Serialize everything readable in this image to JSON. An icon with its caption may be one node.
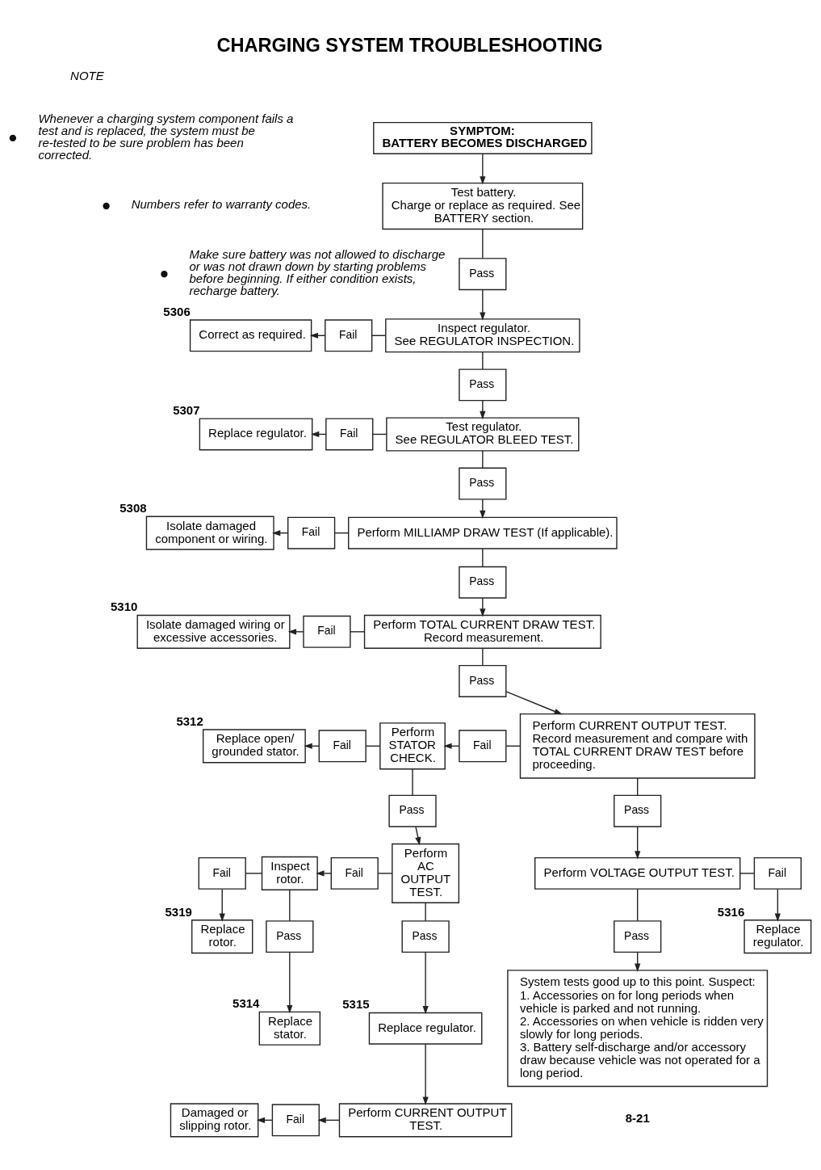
{
  "diagram": {
    "title": "CHARGING SYSTEM TROUBLESHOOTING",
    "nodes": [
      {
        "text": [
          "SYMPTOM:",
          "BATTERY BECOMES DISCHARGED"
        ]
      },
      {
        "text": [
          "Test battery.",
          "Charge or replace as required. See BATTERY section."
        ]
      },
      {
        "text": [
          "Pass"
        ]
      },
      {
        "text": [
          "Correct as required."
        ],
        "beside": [
          "5306"
        ]
      },
      {
        "text": [
          "Fail"
        ]
      },
      {
        "text": [
          "Inspect regulator.",
          "See REGULATOR INSPECTION."
        ]
      },
      {
        "text": [
          "Pass"
        ]
      },
      {
        "text": [
          "Replace regulator."
        ],
        "beside": [
          "5307"
        ]
      },
      {
        "text": [
          "Fail"
        ]
      },
      {
        "text": [
          "Test regulator.",
          "See REGULATOR BLEED TEST."
        ]
      },
      {
        "text": [
          "Pass"
        ]
      },
      {
        "text": [
          "Isolate damaged component or wiring."
        ],
        "beside": [
          "5308"
        ]
      },
      {
        "text": [
          "Fail"
        ]
      },
      {
        "text": [
          "Perform MILLIAMP DRAW TEST (If applicable)."
        ]
      },
      {
        "text": [
          "Pass"
        ]
      },
      {
        "text": [
          "Isolate damaged wiring or excessive accessories."
        ],
        "beside": [
          "5310"
        ]
      },
      {
        "text": [
          "Fail"
        ]
      },
      {
        "text": [
          "Perform TOTAL CURRENT DRAW TEST.",
          "Record measurement."
        ]
      },
      {
        "text": [
          "Pass"
        ]
      },
      {
        "text": [
          "Replace open/ grounded stator."
        ],
        "beside": [
          "5312"
        ]
      },
      {
        "text": [
          "Fail"
        ]
      },
      {
        "text": [
          "Perform STATOR CHECK."
        ]
      },
      {
        "text": [
          "Fail"
        ]
      },
      {
        "text": [
          "Perform CURRENT OUTPUT TEST.",
          "Record measurement and compare with TOTAL CURRENT DRAW TEST before proceeding."
        ]
      },
      {
        "text": [
          "Pass"
        ]
      },
      {
        "text": [
          "Pass"
        ]
      },
      {
        "text": [
          "Fail"
        ]
      },
      {
        "text": [
          "Inspect rotor."
        ]
      },
      {
        "text": [
          "Fail"
        ]
      },
      {
        "text": [
          "Perform AC OUTPUT TEST."
        ]
      },
      {
        "text": [
          "Perform VOLTAGE OUTPUT TEST."
        ]
      },
      {
        "text": [
          "Fail"
        ]
      },
      {
        "text": [
          "Replace rotor."
        ],
        "beside": [
          "5319"
        ]
      },
      {
        "text": [
          "Pass"
        ]
      },
      {
        "text": [
          "Replace regulator."
        ],
        "beside": [
          "5316"
        ]
      },
      {
        "text": [
          "Pass"
        ]
      },
      {
        "text": [
          "Pass"
        ]
      },
      {
        "text": [
          "Replace stator."
        ],
        "beside": [
          "5314"
        ]
      },
      {
        "text": [
          "Replace regulator."
        ],
        "beside": [
          "5315"
        ]
      },
      {
        "text": [
          "System tests good up to this point. Suspect:",
          "1. Accessories on for long periods when vehicle is parked and not running.",
          "2. Accessories on when vehicle is ridden very slowly for long periods.",
          "3. Battery self-discharge and/or accessory draw because vehicle was not operated for a long period."
        ]
      },
      {
        "text": [
          "Damaged or slipping rotor."
        ]
      },
      {
        "text": [
          "Fail"
        ]
      },
      {
        "text": [
          "Perform CURRENT OUTPUT TEST."
        ]
      }
    ],
    "edges": [
      {
        "from": 0,
        "to": 1,
        "arrow": "to"
      },
      {
        "from": 1,
        "to": 2,
        "arrow": "none"
      },
      {
        "from": 2,
        "to": 5,
        "arrow": "to"
      },
      {
        "from": 5,
        "to": 4,
        "arrow": "none"
      },
      {
        "from": 4,
        "to": 3,
        "arrow": "to"
      },
      {
        "from": 5,
        "to": 6,
        "arrow": "none"
      },
      {
        "from": 6,
        "to": 9,
        "arrow": "to"
      },
      {
        "from": 9,
        "to": 8,
        "arrow": "none"
      },
      {
        "from": 8,
        "to": 7,
        "arrow": "to"
      },
      {
        "from": 9,
        "to": 10,
        "arrow": "none"
      },
      {
        "from": 10,
        "to": 13,
        "arrow": "to"
      },
      {
        "from": 13,
        "to": 12,
        "arrow": "none"
      },
      {
        "from": 12,
        "to": 11,
        "arrow": "to"
      },
      {
        "from": 13,
        "to": 14,
        "arrow": "none"
      },
      {
        "from": 14,
        "to": 17,
        "arrow": "to"
      },
      {
        "from": 17,
        "to": 16,
        "arrow": "none"
      },
      {
        "from": 16,
        "to": 15,
        "arrow": "to"
      },
      {
        "from": 17,
        "to": 18,
        "arrow": "none"
      },
      {
        "from": 18,
        "to": 23,
        "arrow": "to"
      },
      {
        "from": 23,
        "to": 22,
        "arrow": "none"
      },
      {
        "from": 22,
        "to": 21,
        "arrow": "to"
      },
      {
        "from": 21,
        "to": 20,
        "arrow": "none"
      },
      {
        "from": 20,
        "to": 19,
        "arrow": "to"
      },
      {
        "from": 21,
        "to": 24,
        "arrow": "none"
      },
      {
        "from": 24,
        "to": 29,
        "arrow": "to"
      },
      {
        "from": 23,
        "to": 25,
        "arrow": "none"
      },
      {
        "from": 25,
        "to": 30,
        "arrow": "to"
      },
      {
        "from": 29,
        "to": 28,
        "arrow": "none"
      },
      {
        "from": 28,
        "to": 27,
        "arrow": "to"
      },
      {
        "from": 27,
        "to": 26,
        "arrow": "none"
      },
      {
        "from": 26,
        "to": 32,
        "arrow": "to"
      },
      {
        "from": 27,
        "to": 33,
        "arrow": "none"
      },
      {
        "from": 33,
        "to": 37,
        "arrow": "to"
      },
      {
        "from": 29,
        "to": 36,
        "arrow": "none"
      },
      {
        "from": 36,
        "to": 38,
        "arrow": "to"
      },
      {
        "from": 38,
        "to": 42,
        "arrow": "to"
      },
      {
        "from": 42,
        "to": 41,
        "arrow": "to"
      },
      {
        "from": 41,
        "to": 40,
        "arrow": "to"
      },
      {
        "from": 30,
        "to": 31,
        "arrow": "none"
      },
      {
        "from": 31,
        "to": 34,
        "arrow": "to"
      },
      {
        "from": 30,
        "to": 35,
        "arrow": "none"
      },
      {
        "from": 35,
        "to": 39,
        "arrow": "to"
      }
    ],
    "labels": [
      "NOTE",
      "Whenever a charging system component fails a test and is replaced, the system must be re-tested to be sure problem has been corrected.",
      "Numbers refer to warranty codes.",
      "Make sure battery was not allowed to discharge or was not drawn down by starting problems before beginning. If either condition exists, recharge battery.",
      "8-21"
    ]
  }
}
